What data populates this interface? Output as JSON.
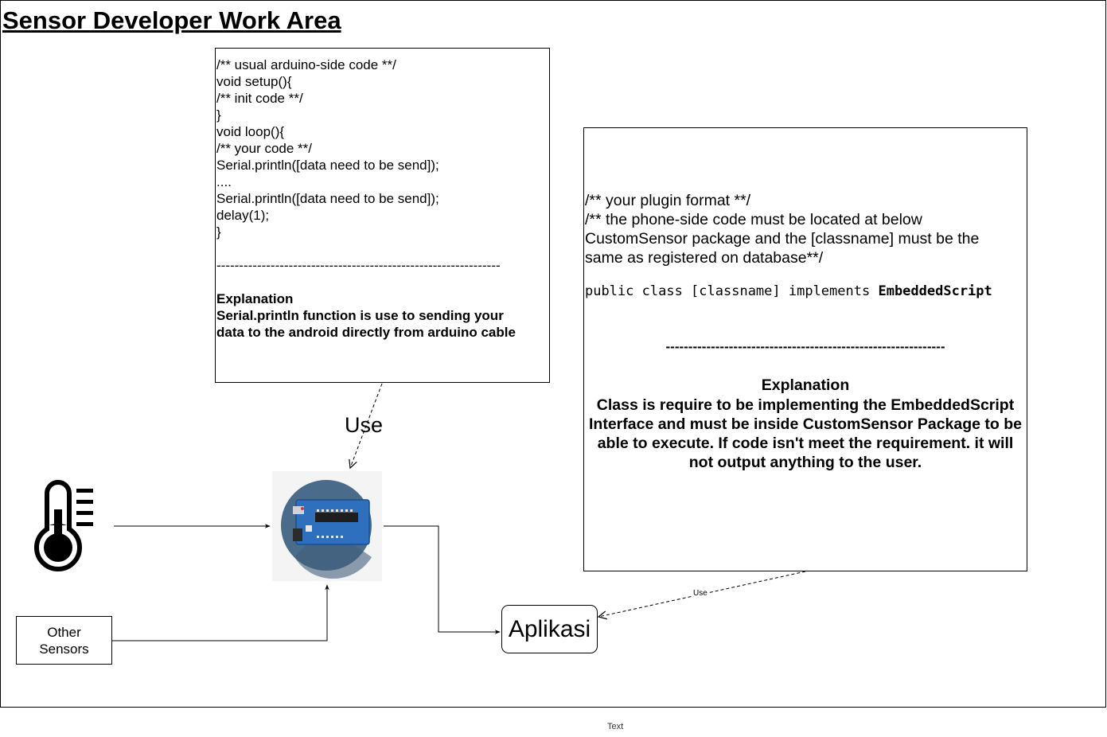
{
  "diagram": {
    "work_area_title": "Sensor Developer Work Area",
    "arduino_code_box": {
      "code_lines": [
        "/** usual arduino-side code **/",
        "void setup(){",
        "/** init code **/",
        "}",
        "void loop(){",
        "/** your code **/",
        "Serial.println([data need to be send]);",
        "....",
        "Serial.println([data need to be send]);",
        "delay(1);",
        "}"
      ],
      "separator": "---------------------------------------------------------------",
      "explanation_title": "Explanation",
      "explanation_lines": [
        "Serial.println function is use to sending your",
        "data to the android directly from arduino cable"
      ]
    },
    "plugin_box": {
      "lines": [
        "/** your plugin format **/",
        "/** the phone-side code must be located at below",
        "CustomSensor package and the [classname] must be the",
        "same as registered on database**/"
      ],
      "code_prefix": "public class [classname] implements ",
      "code_interface": "EmbeddedScript",
      "separator": "--------------------------------------------------------------",
      "explanation_title": "Explanation",
      "explanation": "Class is require to be implementing the EmbeddedScript Interface and must be inside CustomSensor Package to be able to execute. If code isn't meet the requirement. it will not output anything to the user."
    },
    "edge_labels": {
      "arduino_use": "Use",
      "plugin_use": "Use"
    },
    "nodes": {
      "other_sensors_line1": "Other",
      "other_sensors_line2": "Sensors",
      "aplikasi": "Aplikasi",
      "thermometer_icon": "thermometer-icon",
      "arduino_board_icon": "arduino-board-icon"
    },
    "footer_text": "Text"
  }
}
